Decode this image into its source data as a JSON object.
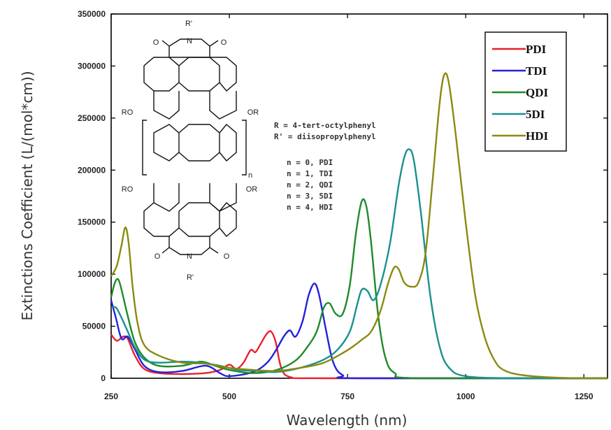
{
  "chart_data": {
    "type": "line",
    "xlabel": "Wavelength (nm)",
    "ylabel": "Extinctions Coefficient (L/(mol*cm))",
    "xlim": [
      250,
      1300
    ],
    "ylim": [
      0,
      350000
    ],
    "x_ticks": [
      250,
      500,
      750,
      1000,
      1250
    ],
    "y_ticks": [
      0,
      50000,
      100000,
      150000,
      200000,
      250000,
      300000,
      350000
    ],
    "legend_position": "top-right",
    "series": [
      {
        "name": "PDI",
        "color": "#e8202a",
        "points": [
          [
            250,
            42000
          ],
          [
            262,
            36000
          ],
          [
            275,
            40000
          ],
          [
            285,
            38000
          ],
          [
            300,
            22000
          ],
          [
            320,
            9000
          ],
          [
            350,
            5000
          ],
          [
            400,
            4000
          ],
          [
            450,
            5000
          ],
          [
            480,
            8000
          ],
          [
            500,
            13000
          ],
          [
            515,
            9000
          ],
          [
            530,
            15000
          ],
          [
            545,
            27000
          ],
          [
            555,
            25000
          ],
          [
            565,
            32000
          ],
          [
            578,
            42000
          ],
          [
            588,
            45000
          ],
          [
            598,
            35000
          ],
          [
            610,
            10000
          ],
          [
            630,
            1000
          ],
          [
            700,
            0
          ],
          [
            1300,
            0
          ]
        ]
      },
      {
        "name": "TDI",
        "color": "#2222dd",
        "points": [
          [
            250,
            75000
          ],
          [
            260,
            58000
          ],
          [
            272,
            38000
          ],
          [
            285,
            40000
          ],
          [
            300,
            28000
          ],
          [
            320,
            12000
          ],
          [
            350,
            6000
          ],
          [
            400,
            7000
          ],
          [
            450,
            12000
          ],
          [
            480,
            5000
          ],
          [
            500,
            2000
          ],
          [
            550,
            6000
          ],
          [
            580,
            15000
          ],
          [
            600,
            28000
          ],
          [
            615,
            40000
          ],
          [
            628,
            46000
          ],
          [
            640,
            40000
          ],
          [
            655,
            55000
          ],
          [
            668,
            80000
          ],
          [
            680,
            91000
          ],
          [
            690,
            80000
          ],
          [
            705,
            45000
          ],
          [
            720,
            15000
          ],
          [
            740,
            3000
          ],
          [
            780,
            0
          ],
          [
            1300,
            0
          ]
        ]
      },
      {
        "name": "QDI",
        "color": "#1f8a2a",
        "points": [
          [
            250,
            78000
          ],
          [
            258,
            92000
          ],
          [
            265,
            95000
          ],
          [
            272,
            85000
          ],
          [
            285,
            60000
          ],
          [
            300,
            35000
          ],
          [
            320,
            20000
          ],
          [
            350,
            12000
          ],
          [
            400,
            12000
          ],
          [
            440,
            16000
          ],
          [
            470,
            12000
          ],
          [
            500,
            8000
          ],
          [
            550,
            5000
          ],
          [
            600,
            8000
          ],
          [
            640,
            17000
          ],
          [
            665,
            30000
          ],
          [
            685,
            45000
          ],
          [
            700,
            68000
          ],
          [
            712,
            72000
          ],
          [
            725,
            62000
          ],
          [
            740,
            62000
          ],
          [
            755,
            90000
          ],
          [
            768,
            140000
          ],
          [
            780,
            170000
          ],
          [
            790,
            165000
          ],
          [
            800,
            130000
          ],
          [
            815,
            60000
          ],
          [
            830,
            20000
          ],
          [
            850,
            5000
          ],
          [
            900,
            0
          ],
          [
            1300,
            0
          ]
        ]
      },
      {
        "name": "5DI",
        "color": "#1a9090",
        "points": [
          [
            250,
            68000
          ],
          [
            260,
            68000
          ],
          [
            270,
            60000
          ],
          [
            285,
            45000
          ],
          [
            300,
            30000
          ],
          [
            320,
            18000
          ],
          [
            350,
            15000
          ],
          [
            400,
            16000
          ],
          [
            440,
            15000
          ],
          [
            480,
            12000
          ],
          [
            520,
            8000
          ],
          [
            560,
            7000
          ],
          [
            600,
            6000
          ],
          [
            650,
            10000
          ],
          [
            700,
            18000
          ],
          [
            730,
            28000
          ],
          [
            755,
            45000
          ],
          [
            770,
            70000
          ],
          [
            780,
            85000
          ],
          [
            792,
            84000
          ],
          [
            805,
            75000
          ],
          [
            820,
            90000
          ],
          [
            840,
            130000
          ],
          [
            858,
            185000
          ],
          [
            870,
            212000
          ],
          [
            880,
            220000
          ],
          [
            890,
            210000
          ],
          [
            905,
            160000
          ],
          [
            925,
            80000
          ],
          [
            945,
            30000
          ],
          [
            965,
            10000
          ],
          [
            1000,
            2000
          ],
          [
            1100,
            0
          ],
          [
            1300,
            0
          ]
        ]
      },
      {
        "name": "HDI",
        "color": "#8a8a10",
        "points": [
          [
            250,
            98000
          ],
          [
            262,
            108000
          ],
          [
            272,
            128000
          ],
          [
            280,
            145000
          ],
          [
            287,
            130000
          ],
          [
            295,
            90000
          ],
          [
            305,
            55000
          ],
          [
            320,
            32000
          ],
          [
            350,
            22000
          ],
          [
            400,
            15000
          ],
          [
            450,
            14000
          ],
          [
            500,
            10000
          ],
          [
            550,
            8000
          ],
          [
            600,
            7000
          ],
          [
            650,
            10000
          ],
          [
            700,
            15000
          ],
          [
            750,
            27000
          ],
          [
            780,
            37000
          ],
          [
            800,
            45000
          ],
          [
            820,
            65000
          ],
          [
            835,
            90000
          ],
          [
            848,
            106000
          ],
          [
            858,
            105000
          ],
          [
            870,
            92000
          ],
          [
            885,
            88000
          ],
          [
            900,
            92000
          ],
          [
            915,
            120000
          ],
          [
            930,
            190000
          ],
          [
            945,
            265000
          ],
          [
            955,
            292000
          ],
          [
            965,
            282000
          ],
          [
            980,
            230000
          ],
          [
            1000,
            150000
          ],
          [
            1020,
            80000
          ],
          [
            1040,
            40000
          ],
          [
            1060,
            18000
          ],
          [
            1080,
            8000
          ],
          [
            1120,
            3000
          ],
          [
            1200,
            500
          ],
          [
            1300,
            0
          ]
        ]
      }
    ]
  },
  "structure": {
    "atoms_top": [
      "R'",
      "N",
      "O",
      "O"
    ],
    "atoms_bottom": [
      "R'",
      "N",
      "O",
      "O"
    ],
    "ro_upper": "RO",
    "or_upper": "OR",
    "ro_lower": "RO",
    "or_lower": "OR",
    "subscript": "n"
  },
  "notes": {
    "r_def": "R = 4-tert-octylphenyl",
    "r_prime_def": "R' = diisopropylphenyl",
    "n_values": [
      "n = 0, PDI",
      "n = 1, TDI",
      "n = 2, QDI",
      "n = 3, 5DI",
      "n = 4, HDI"
    ]
  }
}
